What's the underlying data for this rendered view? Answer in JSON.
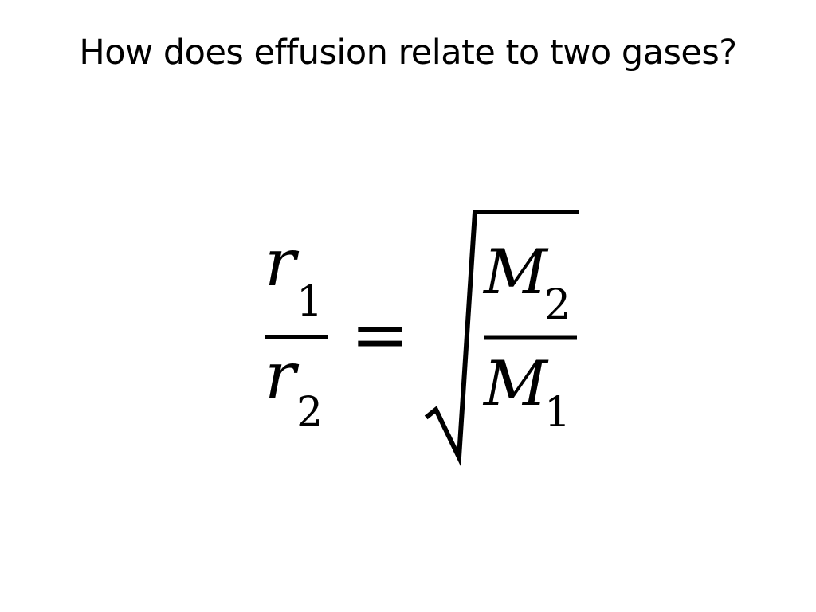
{
  "slide": {
    "title": "How does effusion relate to two gases?"
  },
  "formula": {
    "left_numerator": {
      "symbol": "r",
      "subscript": "1"
    },
    "left_denominator": {
      "symbol": "r",
      "subscript": "2"
    },
    "operator": "=",
    "radicand_numerator": {
      "symbol": "M",
      "subscript": "2"
    },
    "radicand_denominator": {
      "symbol": "M",
      "subscript": "1"
    }
  }
}
